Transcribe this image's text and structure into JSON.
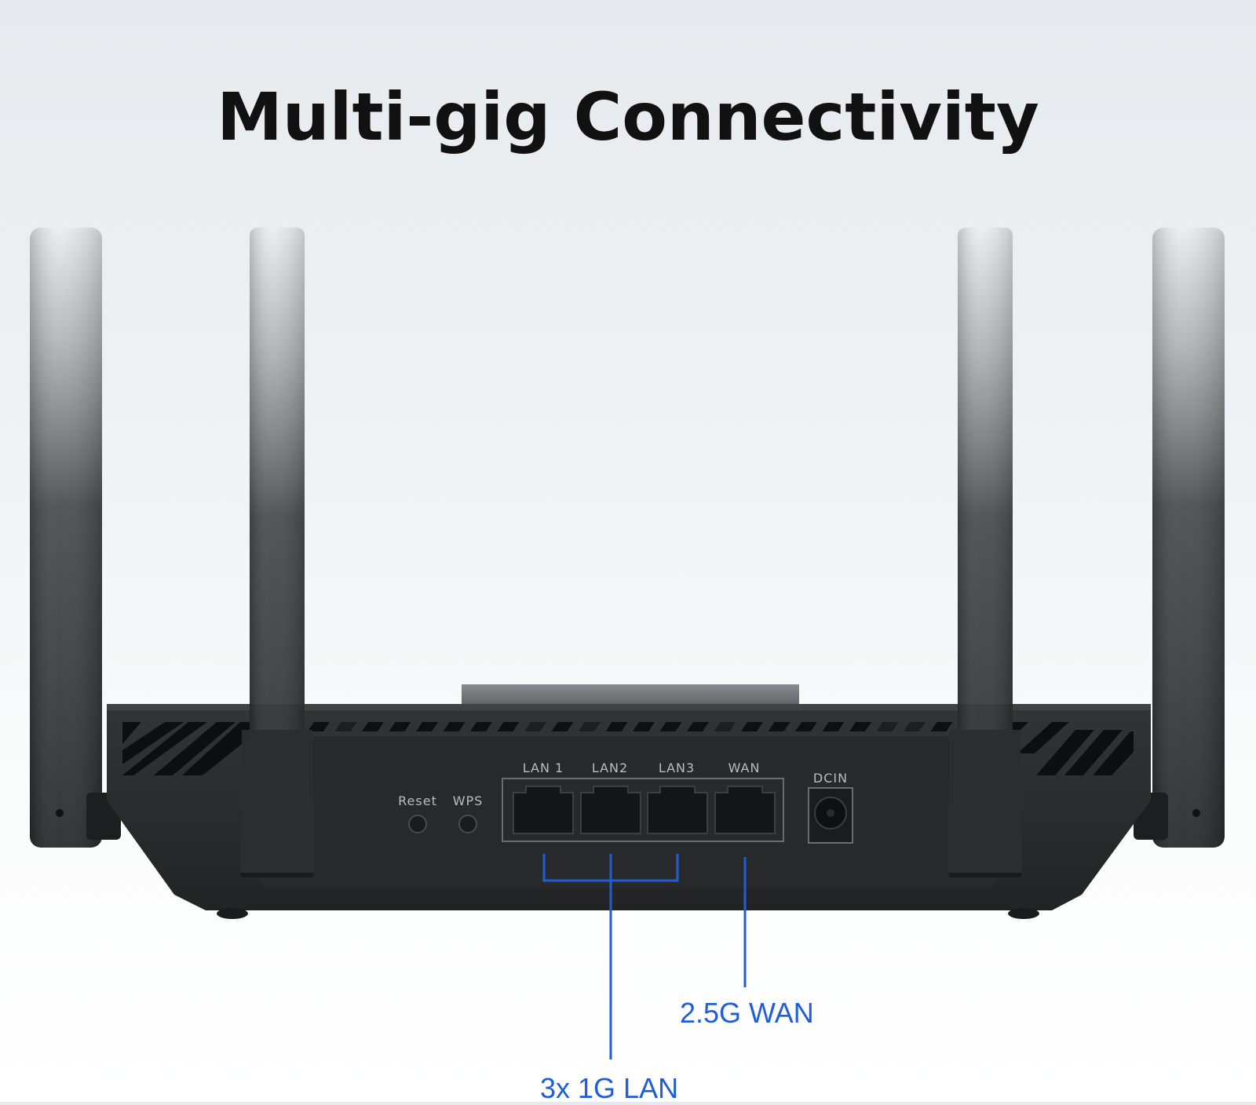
{
  "headline": "Multi-gig Connectivity",
  "ports": {
    "reset": "Reset",
    "wps": "WPS",
    "lan1": "LAN 1",
    "lan2": "LAN2",
    "lan3": "LAN3",
    "wan": "WAN",
    "dcin": "DCIN"
  },
  "callouts": {
    "wan": "2.5G WAN",
    "lan": "3x 1G LAN"
  },
  "colors": {
    "callout": "#1f5ed6",
    "router_body": "#2b2c2e",
    "background_top": "#e6eaee",
    "background_bottom": "#ffffff"
  }
}
